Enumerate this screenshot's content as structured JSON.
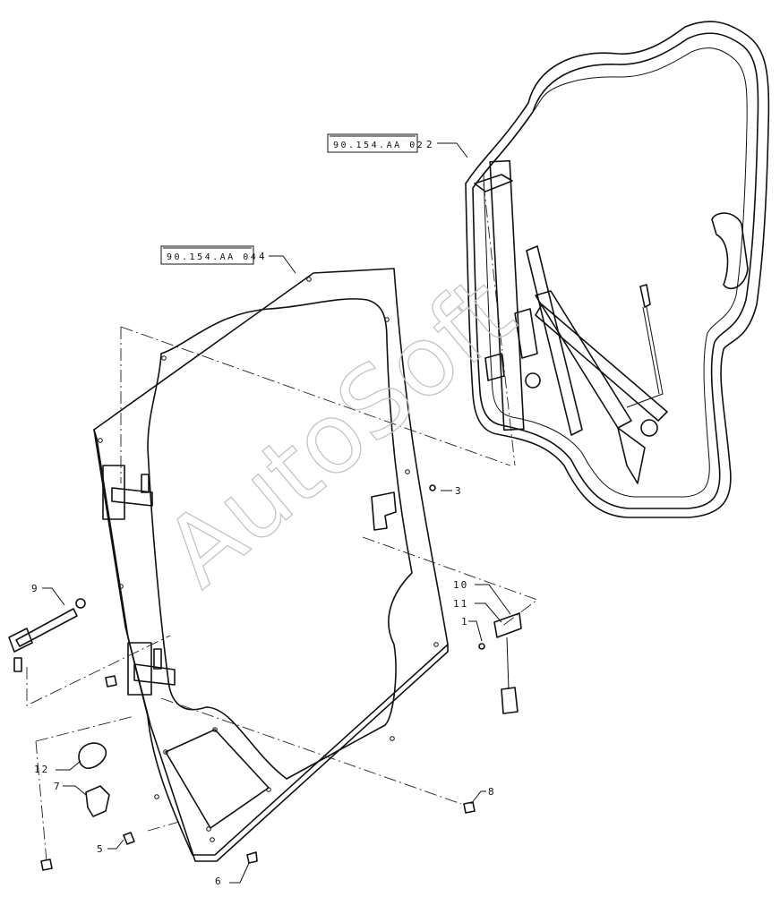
{
  "references": {
    "frame_ref": "90.154.AA 02",
    "door_ref": "90.154.AA 04"
  },
  "callouts": {
    "c1": "1",
    "c2": "2",
    "c3": "3",
    "c4": "4",
    "c5": "5",
    "c6": "6",
    "c7": "7",
    "c8": "8",
    "c9": "9",
    "c10": "10",
    "c11": "11",
    "c12": "12"
  },
  "watermark": "AutoSoft"
}
